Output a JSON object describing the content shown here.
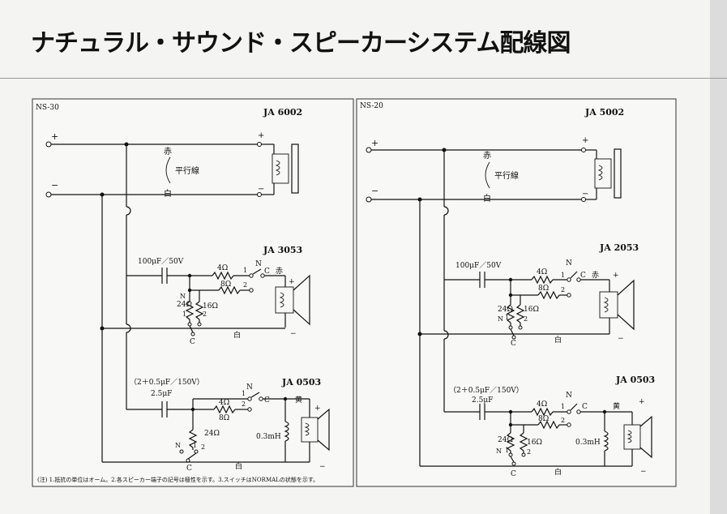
{
  "title": "ナチュラル・サウンド・スピーカーシステム配線図",
  "footnote": "(注) 1.抵抗の単位はオーム。2.各スピーカー端子の記号は極性を示す。3.スイッチはNORMALの状態を示す。",
  "left": {
    "model": "NS-30",
    "woofer": "JA 6002",
    "mid": "JA 3053",
    "tweeter": "JA 0503",
    "cap_mid": "100μF／50V",
    "cap_tw_spec": "（2＋0.5μF／150V）",
    "cap_tw": "2.5μF",
    "cable": "平行線"
  },
  "right": {
    "model": "NS-20",
    "woofer": "JA 5002",
    "mid": "JA 2053",
    "tweeter": "JA 0503",
    "cap_mid": "100μF／50V",
    "cap_tw_spec": "（2＋0.5μF／150V）",
    "cap_tw": "2.5μF",
    "cable": "平行線"
  },
  "labels": {
    "plus": "+",
    "minus": "−",
    "red": "赤",
    "white": "白",
    "yellow": "黄",
    "N": "N",
    "C": "C",
    "one": "1",
    "two": "2",
    "r4": "4Ω",
    "r8": "8Ω",
    "r16": "16Ω",
    "r24": "24Ω",
    "l03": "0.3mH"
  }
}
